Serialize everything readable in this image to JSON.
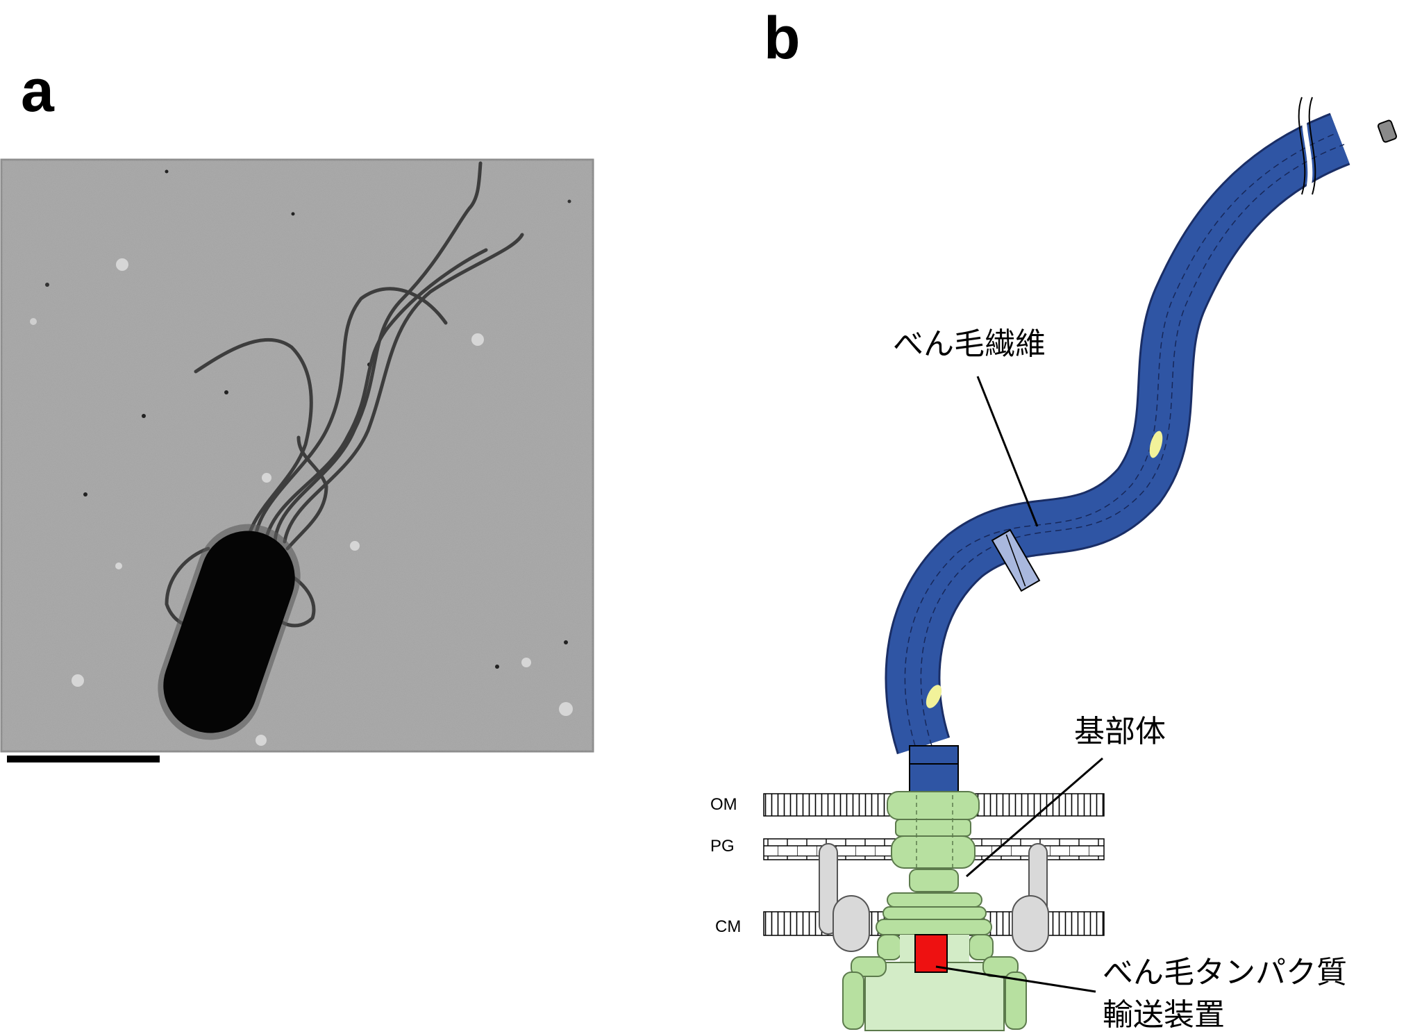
{
  "panels": {
    "a": {
      "letter": "a"
    },
    "b": {
      "letter": "b"
    }
  },
  "labels": {
    "filament": "べん毛繊維",
    "basal_body": "基部体",
    "export_line1": "べん毛タンパク質",
    "export_line2": "輸送装置",
    "om": "OM",
    "pg": "PG",
    "cm": "CM"
  },
  "colors": {
    "filament": "#2f55a4",
    "basal_body": "#b7e0a0",
    "export_apparatus": "#ee1111",
    "stator": "#d9d9d9",
    "micrograph_bg": "#a3a3a3"
  }
}
